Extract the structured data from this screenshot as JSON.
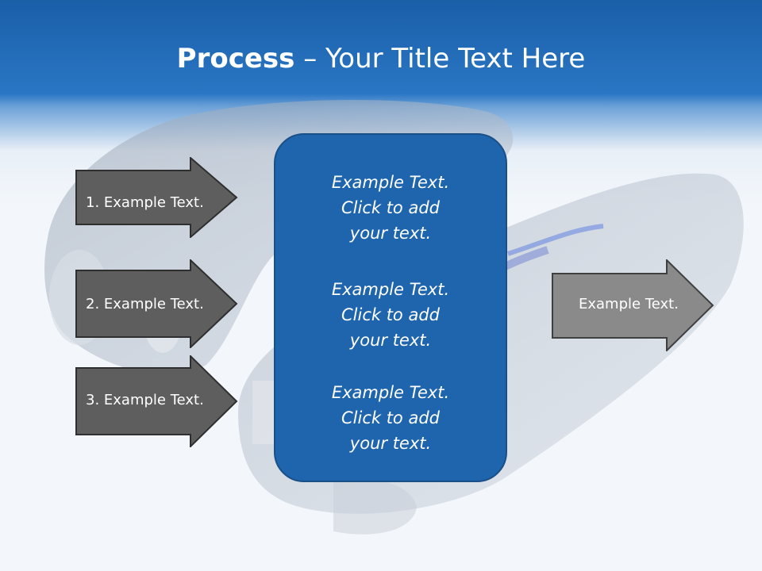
{
  "title": {
    "bold_part": "Process",
    "separator": " – ",
    "rest": "Your Title Text Here"
  },
  "left_arrows": [
    {
      "label": "1. Example Text."
    },
    {
      "label": "2. Example Text."
    },
    {
      "label": "3. Example Text."
    }
  ],
  "center_box": {
    "paragraphs": [
      {
        "line1": "Example Text.",
        "line2": "Click  to add",
        "line3": "your text."
      },
      {
        "line1": "Example Text.",
        "line2": "Click  to add",
        "line3": "your text."
      },
      {
        "line1": "Example Text.",
        "line2": "Click  to add",
        "line3": "your text."
      }
    ]
  },
  "right_arrow": {
    "label": "Example Text."
  },
  "colors": {
    "header_blue": "#1a5fa8",
    "box_blue": "#1f65ad",
    "arrow_dark": "#5e5e5e",
    "arrow_light": "#8a8a8a"
  }
}
